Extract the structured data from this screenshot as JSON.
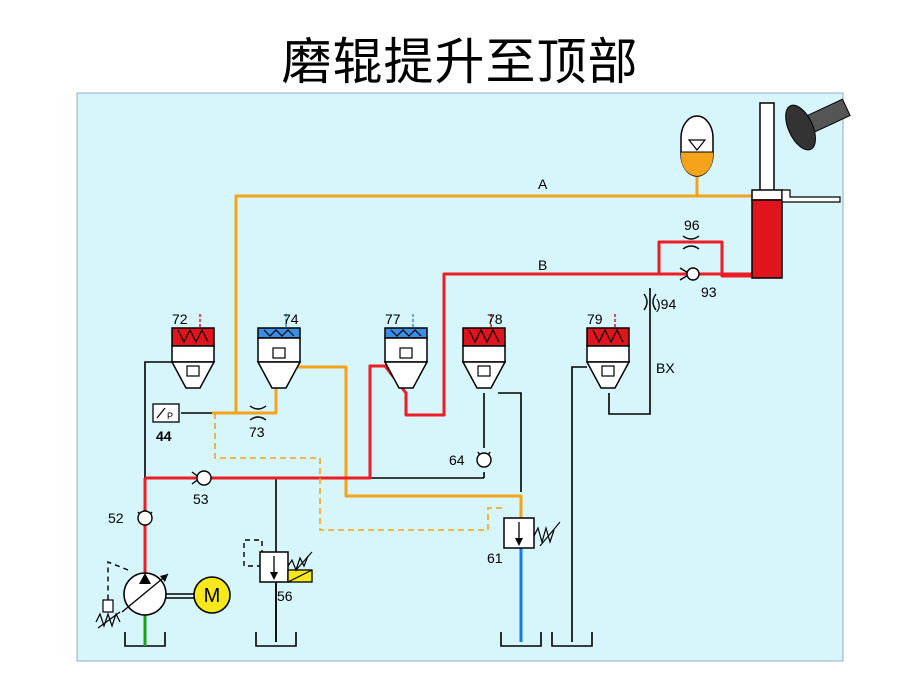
{
  "title": "磨辊提升至顶部",
  "colors": {
    "panel_bg": "#d6f6fb",
    "line_a_orange": "#f5a31a",
    "line_b_red": "#ee1c24",
    "suction_green": "#1aa01a",
    "return_blue": "#1f77e8",
    "pilot_dashed": "#f5a31a",
    "motor_yellow": "#f7e81c",
    "valve_red": "#e0141c",
    "valve_blue": "#3a8ee6",
    "outline": "#000000"
  },
  "lines": {
    "A": "A",
    "B": "B",
    "BX": "BX"
  },
  "components": {
    "valve_72": "72",
    "valve_74": "74",
    "valve_77": "77",
    "valve_78": "78",
    "valve_79": "79",
    "pressure_switch": "44",
    "orifice_73": "73",
    "orifice_94": "94",
    "orifice_96": "96",
    "check_93": "93",
    "check_64": "64",
    "check_53": "53",
    "check_52": "52",
    "relief_56": "56",
    "relief_61": "61",
    "motor": "M"
  }
}
